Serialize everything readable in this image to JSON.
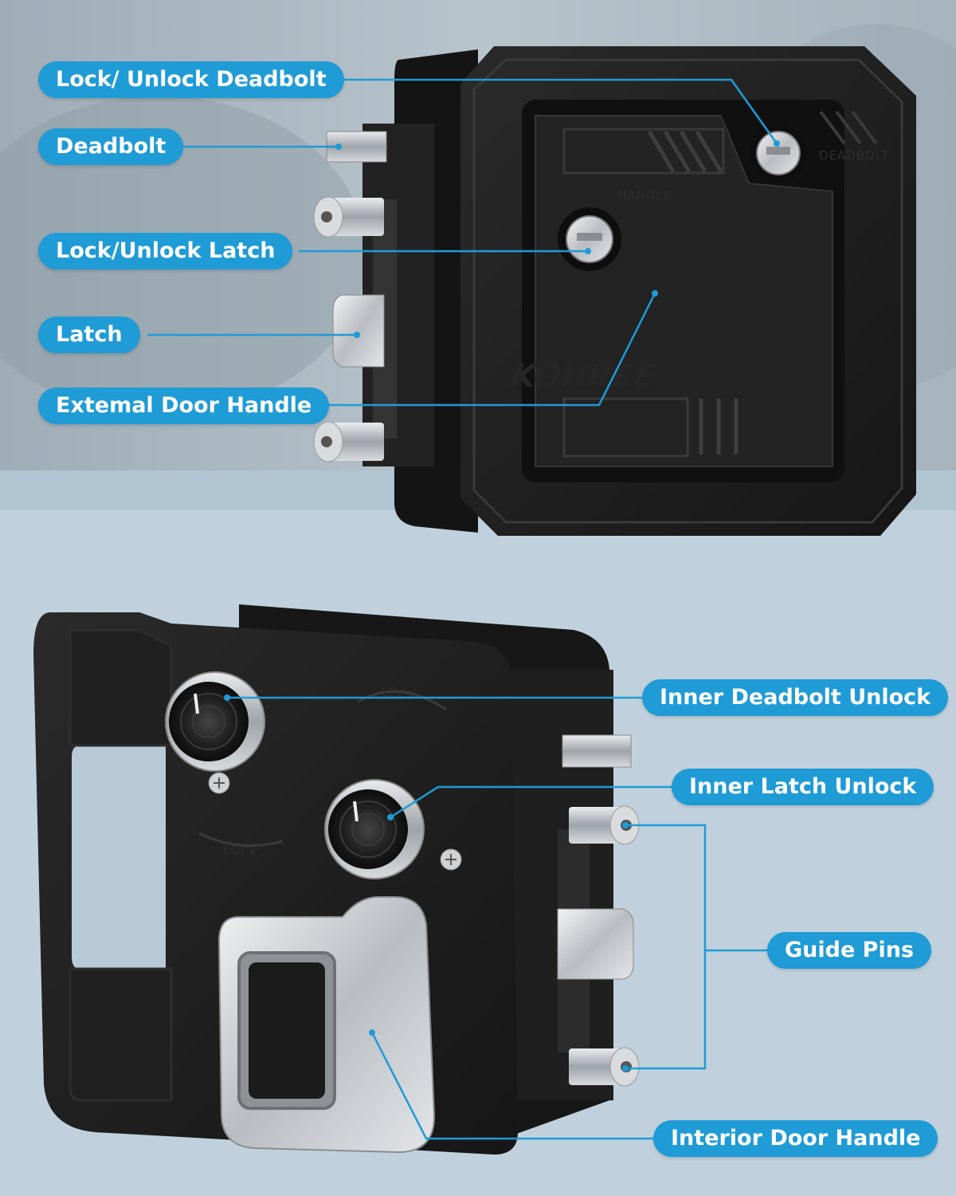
{
  "labels": {
    "lock_unlock_deadbolt": "Lock/ Unlock Deadbolt",
    "deadbolt": "Deadbolt",
    "lock_unlock_latch": "Lock/Unlock Latch",
    "latch": "Latch",
    "external_door_handle": "Extemal Door Handle",
    "inner_deadbolt_unlock": "Inner Deadbolt Unlock",
    "inner_latch_unlock": "Inner Latch Unlock",
    "guide_pins": "Guide Pins",
    "interior_door_handle": "Interior Door Handle"
  },
  "engravings": {
    "handle": "HANDLE",
    "deadbolt": "DEADBOLT",
    "brand": "KOHREE",
    "lock_top": "LOCK",
    "lock_bottom": "LOCK"
  },
  "colors": {
    "label_bg": "#1f9bd6",
    "label_text": "#ffffff",
    "callout_line": "#1f9bd6",
    "lock_body": "#1e1e1e",
    "metal": "#c9ccd0"
  }
}
